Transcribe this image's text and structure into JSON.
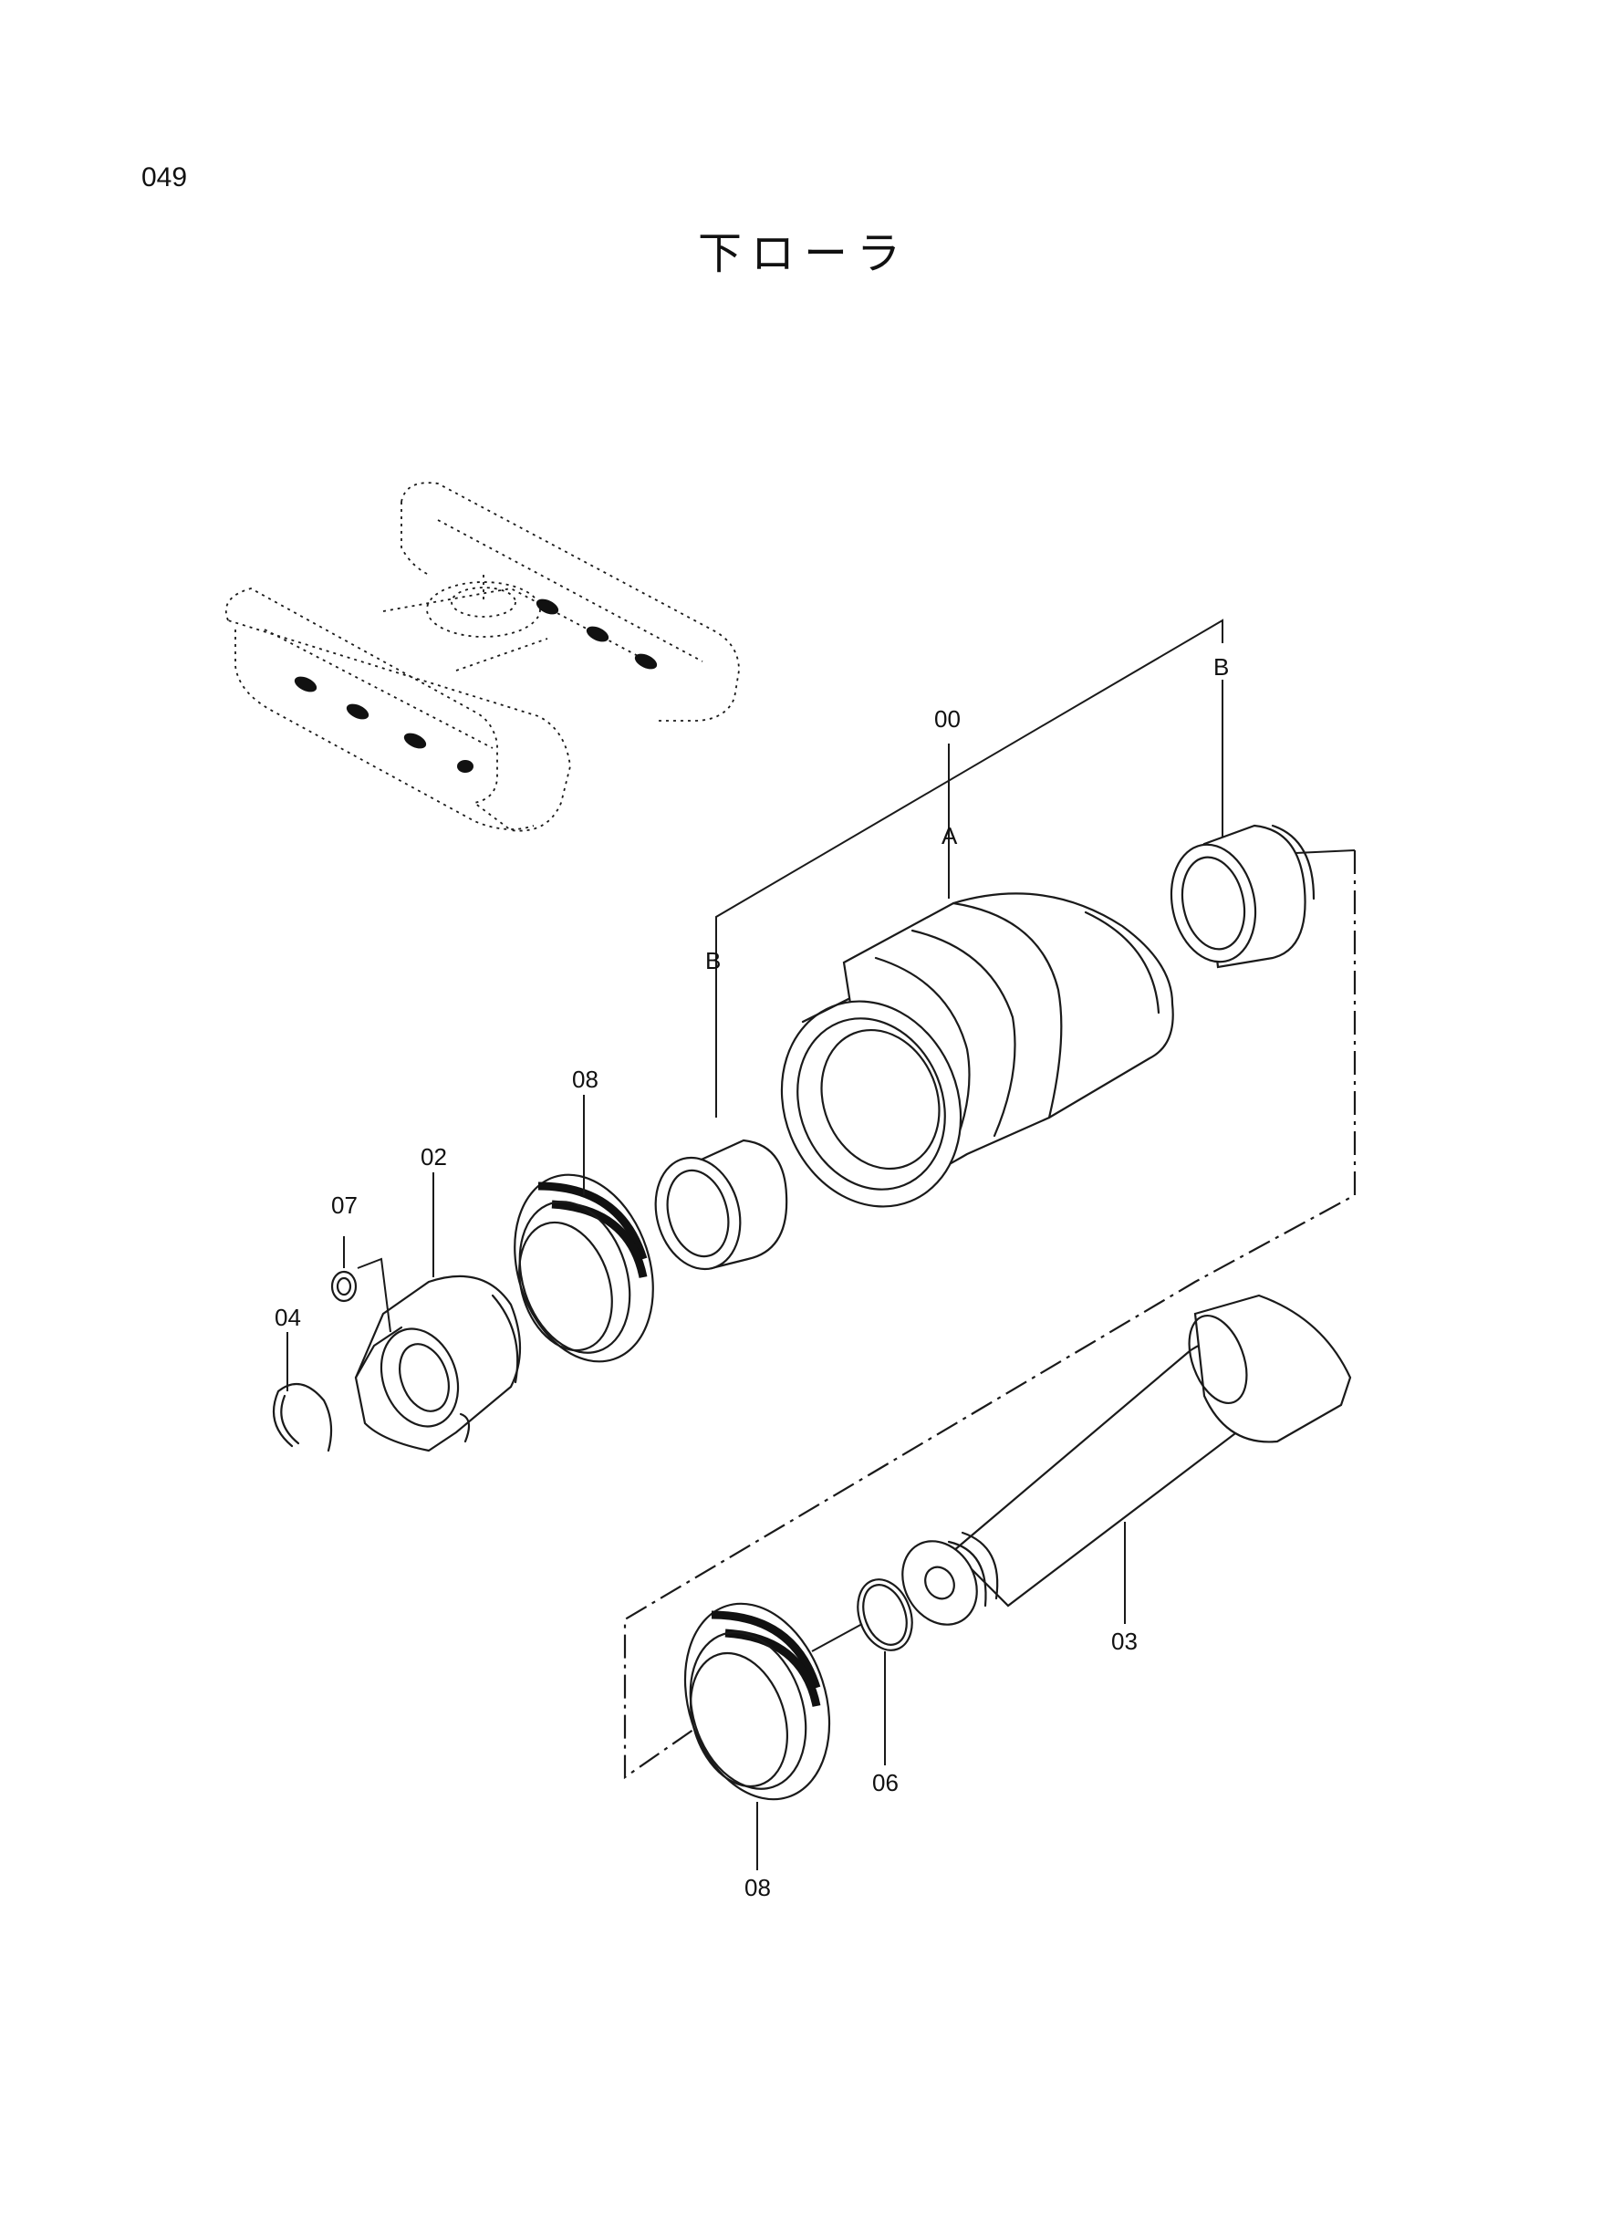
{
  "page": {
    "number": "049",
    "title": "下ローラ"
  },
  "labels": {
    "assembly": "00",
    "roller_body": "A",
    "bushing_right": "B",
    "bushing_left": "B",
    "collar": "02",
    "shaft": "03",
    "snap_ring": "04",
    "o_ring": "06",
    "plug": "07",
    "floating_seal_upper": "08",
    "floating_seal_lower": "08"
  }
}
